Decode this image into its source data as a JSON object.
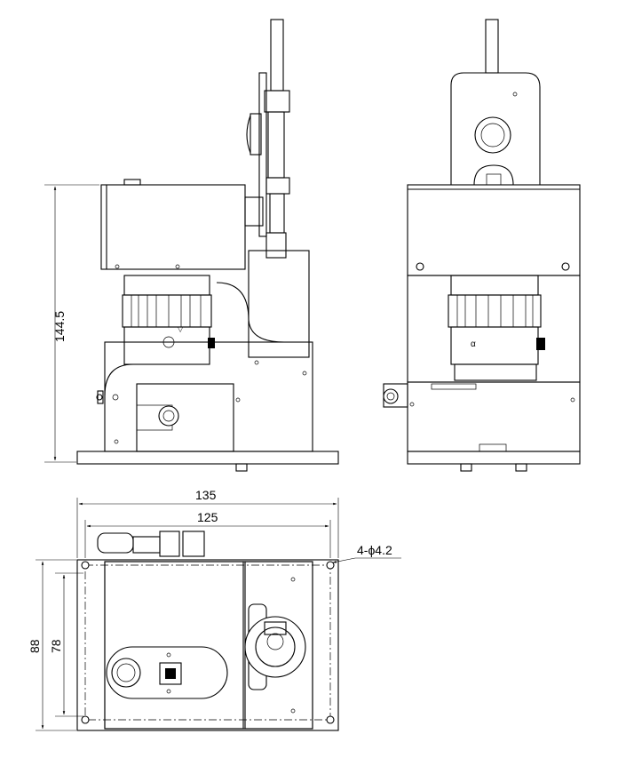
{
  "dimensions": {
    "side_height": "144.5",
    "base_length_outer": "135",
    "base_length_inner": "125",
    "base_width_outer": "88",
    "base_width_inner": "78",
    "mounting_holes": "4-ϕ4.2"
  },
  "lens_marks": {
    "front_symbol": "α",
    "side_triangle": "▽"
  }
}
